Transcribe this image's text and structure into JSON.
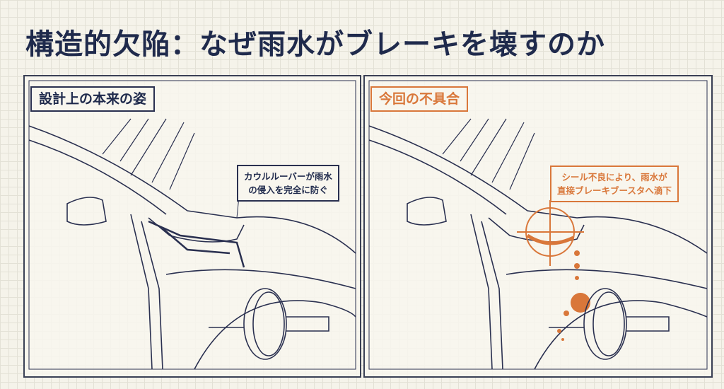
{
  "title": "構造的欠陥：なぜ雨水がブレーキを壊すのか",
  "left_panel": {
    "label": "設計上の本来の姿",
    "callout_line1": "カウルルーバーが雨水",
    "callout_line2": "の侵入を完全に防ぐ"
  },
  "right_panel": {
    "label": "今回の不具合",
    "callout_line1": "シール不良により、雨水が",
    "callout_line2": "直接ブレーキブースタへ滴下"
  },
  "colors": {
    "ink": "#1f2a4c",
    "accent": "#d9773a"
  }
}
